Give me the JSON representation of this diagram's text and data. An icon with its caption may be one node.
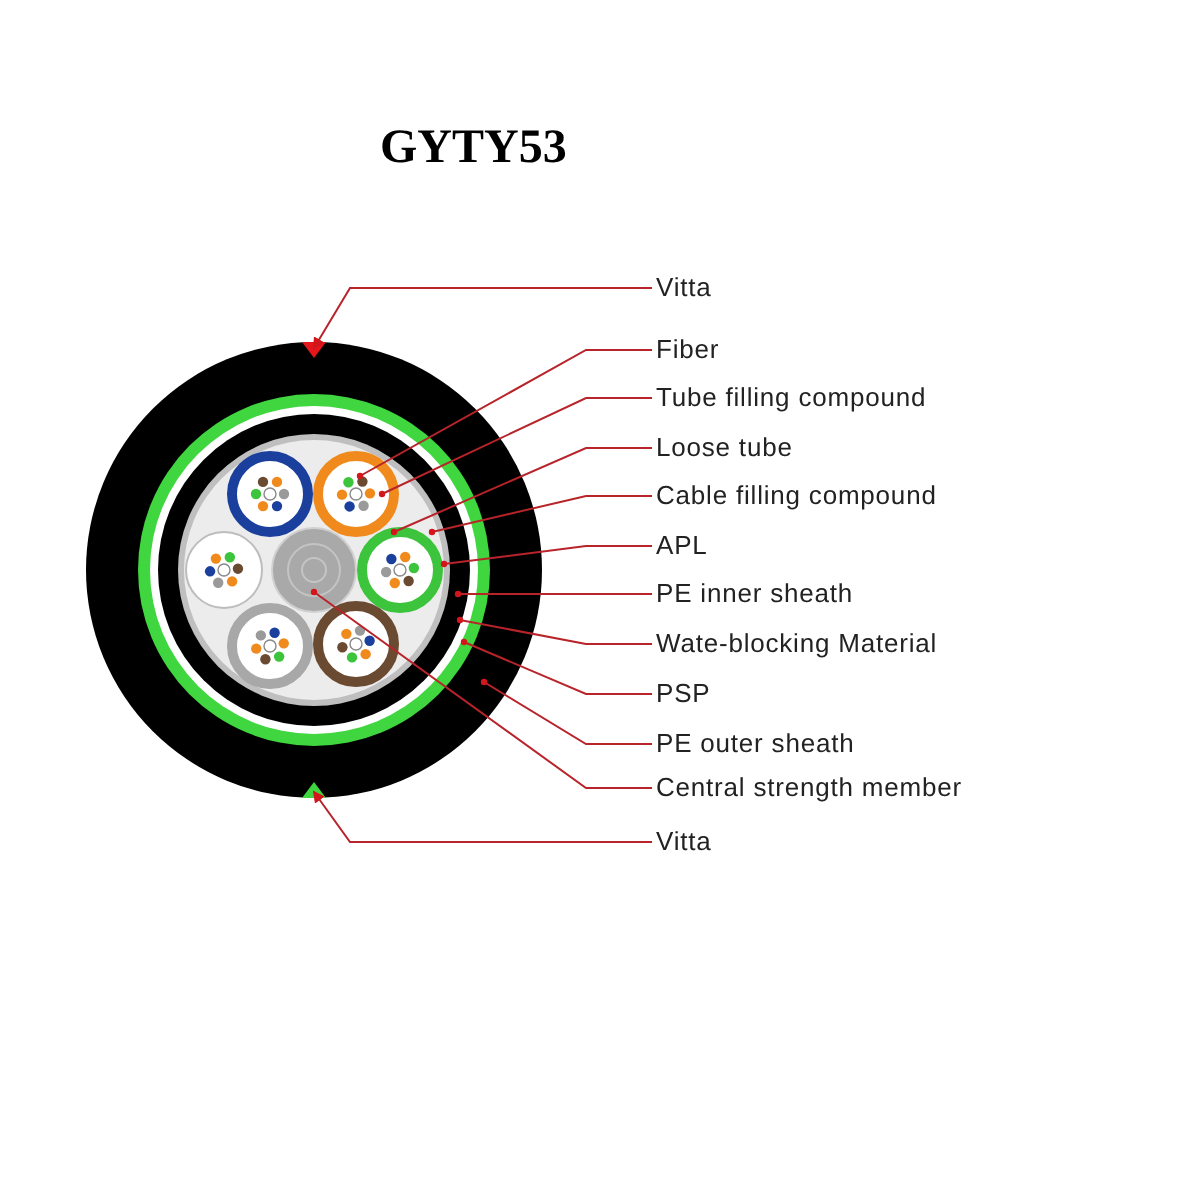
{
  "diagram": {
    "title": "GYTY53",
    "nodes": [
      {
        "text": [
          "Vitta"
        ]
      },
      {
        "text": [
          "Fiber"
        ]
      },
      {
        "text": [
          "Tube filling compound"
        ]
      },
      {
        "text": [
          "Loose tube"
        ]
      },
      {
        "text": [
          "Cable filling compound"
        ]
      },
      {
        "text": [
          "APL"
        ]
      },
      {
        "text": [
          "PE inner sheath"
        ]
      },
      {
        "text": [
          "Wate-blocking Material"
        ]
      },
      {
        "text": [
          "PSP"
        ]
      },
      {
        "text": [
          "PE outer sheath"
        ]
      },
      {
        "text": [
          "Central strength member"
        ]
      },
      {
        "text": [
          "Vitta"
        ]
      }
    ],
    "edges": [
      {
        "from": 0,
        "to": null,
        "arrow": "to"
      },
      {
        "from": 1,
        "to": null,
        "arrow": "other"
      },
      {
        "from": 2,
        "to": null,
        "arrow": "other"
      },
      {
        "from": 3,
        "to": null,
        "arrow": "other"
      },
      {
        "from": 4,
        "to": null,
        "arrow": "other"
      },
      {
        "from": 5,
        "to": null,
        "arrow": "other"
      },
      {
        "from": 6,
        "to": null,
        "arrow": "other"
      },
      {
        "from": 7,
        "to": null,
        "arrow": "other"
      },
      {
        "from": 8,
        "to": null,
        "arrow": "other"
      },
      {
        "from": 9,
        "to": null,
        "arrow": "other"
      },
      {
        "from": 10,
        "to": null,
        "arrow": "other"
      },
      {
        "from": 11,
        "to": null,
        "arrow": "to"
      }
    ]
  }
}
